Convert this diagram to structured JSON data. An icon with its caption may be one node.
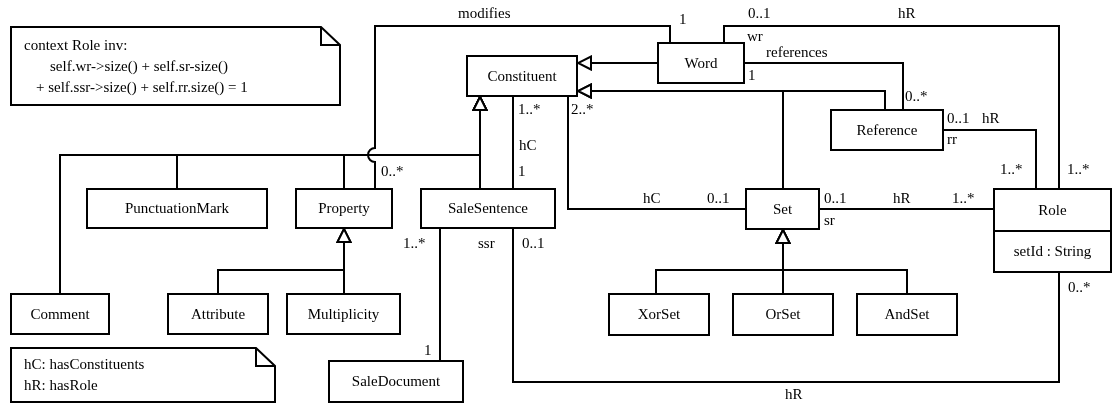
{
  "diagram": {
    "nodes": [
      {
        "text": [
          "context Role inv:",
          "self.wr->size() + self.sr-size()",
          "+ self.ssr->size() + self.rr.size() = 1"
        ]
      },
      {
        "text": [
          "Constituent"
        ]
      },
      {
        "text": [
          "Word"
        ]
      },
      {
        "text": [
          "Reference"
        ]
      },
      {
        "text": [
          "PunctuationMark"
        ]
      },
      {
        "text": [
          "Property"
        ]
      },
      {
        "text": [
          "SaleSentence"
        ]
      },
      {
        "text": [
          "Set"
        ]
      },
      {
        "text": [
          "Role",
          "setId : String"
        ]
      },
      {
        "text": [
          "Comment"
        ]
      },
      {
        "text": [
          "Attribute"
        ]
      },
      {
        "text": [
          "Multiplicity"
        ]
      },
      {
        "text": [
          "XorSet"
        ]
      },
      {
        "text": [
          "OrSet"
        ]
      },
      {
        "text": [
          "AndSet"
        ]
      },
      {
        "text": [
          "hC: hasConstituents",
          "hR: hasRole"
        ]
      },
      {
        "text": [
          "SaleDocument"
        ]
      }
    ],
    "edges": [
      {
        "from": 9,
        "to": 1,
        "arrow": "to"
      },
      {
        "from": 4,
        "to": 1,
        "arrow": "to"
      },
      {
        "from": 5,
        "to": 1,
        "arrow": "to"
      },
      {
        "from": 6,
        "to": 1,
        "arrow": "to"
      },
      {
        "from": 2,
        "to": 1,
        "arrow": "to"
      },
      {
        "from": 7,
        "to": 1,
        "arrow": "to"
      },
      {
        "from": 3,
        "to": 1,
        "arrow": "to"
      },
      {
        "from": 10,
        "to": 5,
        "arrow": "to"
      },
      {
        "from": 11,
        "to": 5,
        "arrow": "to"
      },
      {
        "from": 12,
        "to": 7,
        "arrow": "to"
      },
      {
        "from": 13,
        "to": 7,
        "arrow": "to"
      },
      {
        "from": 14,
        "to": 7,
        "arrow": "to"
      },
      {
        "from": 5,
        "to": 2,
        "arrow": "none",
        "label": "modifies"
      },
      {
        "from": 2,
        "to": 8,
        "arrow": "none",
        "label": "hR"
      },
      {
        "from": 2,
        "to": 3,
        "arrow": "none",
        "label": "references"
      },
      {
        "from": 3,
        "to": 8,
        "arrow": "none",
        "label": "hR"
      },
      {
        "from": 1,
        "to": 6,
        "arrow": "none",
        "label": "hC"
      },
      {
        "from": 1,
        "to": 7,
        "arrow": "none",
        "label": "hC"
      },
      {
        "from": 7,
        "to": 8,
        "arrow": "none",
        "label": "hR"
      },
      {
        "from": 6,
        "to": 16,
        "arrow": "none"
      },
      {
        "from": 6,
        "to": 8,
        "arrow": "none",
        "label": "hR"
      }
    ],
    "labels": [
      "1",
      "0..1",
      "wr",
      "1",
      "0..*",
      "1..*",
      "2..*",
      "0..1",
      "rr",
      "0..*",
      "1",
      "1..*",
      "1..*",
      "0..1",
      "0..1",
      "1..*",
      "sr",
      "1..*",
      "ssr",
      "0..1",
      "0..*",
      "1"
    ]
  }
}
